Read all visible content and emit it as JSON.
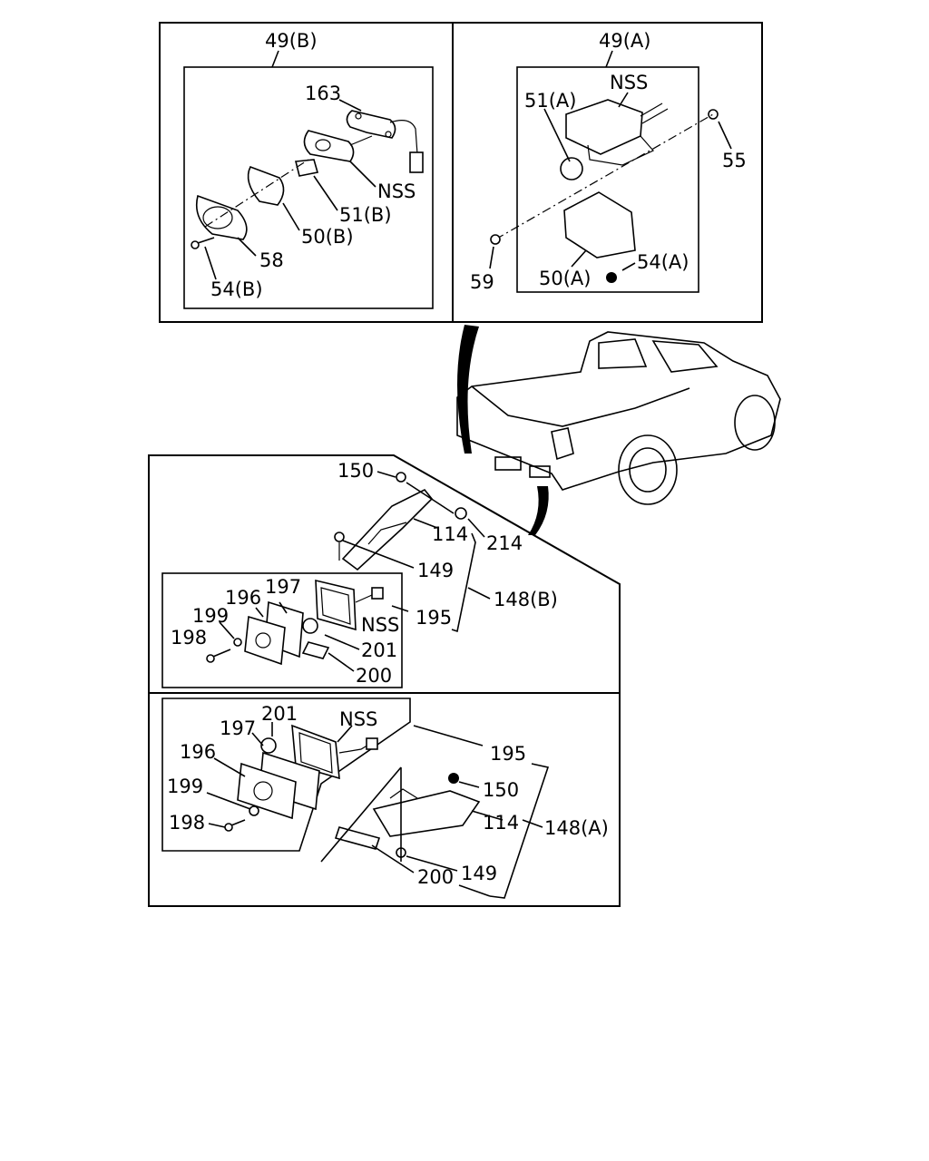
{
  "diagram": {
    "labels": {
      "top_left_title": "49(B)",
      "top_right_title": "49(A)",
      "l_163": "163",
      "l_nss_tl": "NSS",
      "l_51b": "51(B)",
      "l_50b": "50(B)",
      "l_58": "58",
      "l_54b": "54(B)",
      "l_51a": "51(A)",
      "l_nss_tr": "NSS",
      "l_55": "55",
      "l_59": "59",
      "l_50a": "50(A)",
      "l_54a": "54(A)",
      "l_150_mid": "150",
      "l_114_mid": "114",
      "l_214": "214",
      "l_149_mid": "149",
      "l_148b": "148(B)",
      "l_197_mid": "197",
      "l_196_mid": "196",
      "l_199_mid": "199",
      "l_198_mid": "198",
      "l_nss_mid": "NSS",
      "l_195_mid": "195",
      "l_201_mid": "201",
      "l_200_mid": "200",
      "l_201_bot": "201",
      "l_nss_bot": "NSS",
      "l_197_bot": "197",
      "l_196_bot": "196",
      "l_195_bot": "195",
      "l_150_bot": "150",
      "l_199_bot": "199",
      "l_114_bot": "114",
      "l_148a": "148(A)",
      "l_198_bot": "198",
      "l_200_bot": "200",
      "l_149_bot": "149"
    }
  }
}
